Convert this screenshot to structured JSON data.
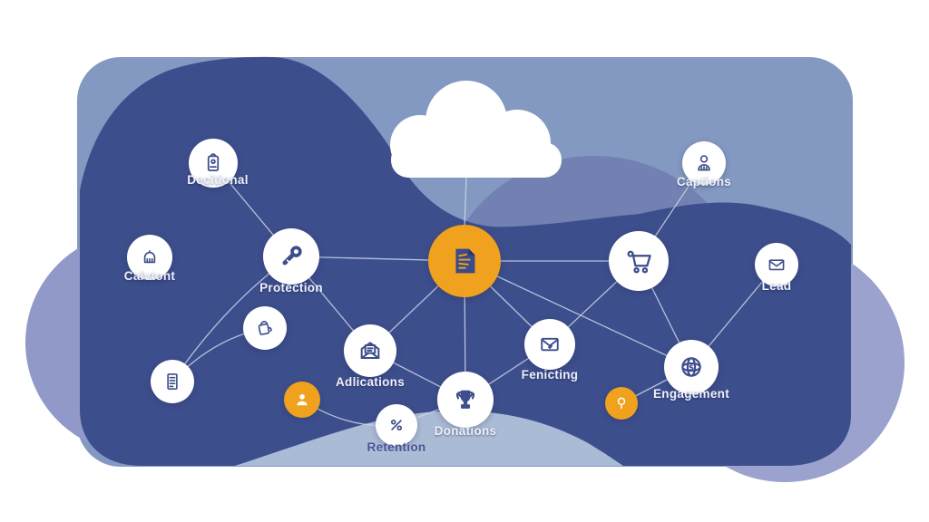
{
  "illustration": {
    "description": "cloud-connected network diagram",
    "colors": {
      "background": "#ffffff",
      "panel_light_blue": "#8399c1",
      "blob_dark_blue": "#3d4e8c",
      "dome_medium_blue": "#7280b2",
      "lavender_circle": "#9099c8",
      "hill_light_blue": "#aabbd5",
      "accent_orange": "#f0a11d",
      "node_white": "#ffffff",
      "icon_blue": "#3d4e8c",
      "connector_line": "#cdd6ea",
      "label_light": "#eef1f9",
      "label_dark": "#4b5294"
    },
    "cloud": {
      "icon": "cloud-icon"
    },
    "hub": {
      "icon": "document-icon",
      "color": "#f0a11d"
    },
    "nodes": [
      {
        "id": "decisional",
        "label": "Decitional",
        "icon": "badge-icon"
      },
      {
        "id": "content",
        "label": "Calvtont",
        "icon": "bag-icon"
      },
      {
        "id": "protection",
        "label": "Protection",
        "icon": "key-icon"
      },
      {
        "id": "captions",
        "label": "Captions",
        "icon": "person-icon"
      },
      {
        "id": "cart",
        "label": "",
        "icon": "shopping-cart-icon"
      },
      {
        "id": "lead",
        "label": "Lead",
        "icon": "envelope-icon"
      },
      {
        "id": "applications",
        "label": "Adlications",
        "icon": "open-mail-icon"
      },
      {
        "id": "predicting",
        "label": "Fenicting",
        "icon": "envelope-check-icon"
      },
      {
        "id": "donations",
        "label": "Donations",
        "icon": "trophy-icon"
      },
      {
        "id": "engagement",
        "label": "Engagement",
        "icon": "globe-dollar-icon"
      },
      {
        "id": "retention",
        "label": "Retention",
        "icon": "percent-tag-icon"
      },
      {
        "id": "notes",
        "label": "",
        "icon": "document-lines-icon"
      },
      {
        "id": "orders",
        "label": "",
        "icon": "bag-handle-icon"
      },
      {
        "id": "user-orange",
        "label": "",
        "icon": "person-icon"
      },
      {
        "id": "search-orange",
        "label": "",
        "icon": "magnifier-pin-icon"
      }
    ]
  }
}
